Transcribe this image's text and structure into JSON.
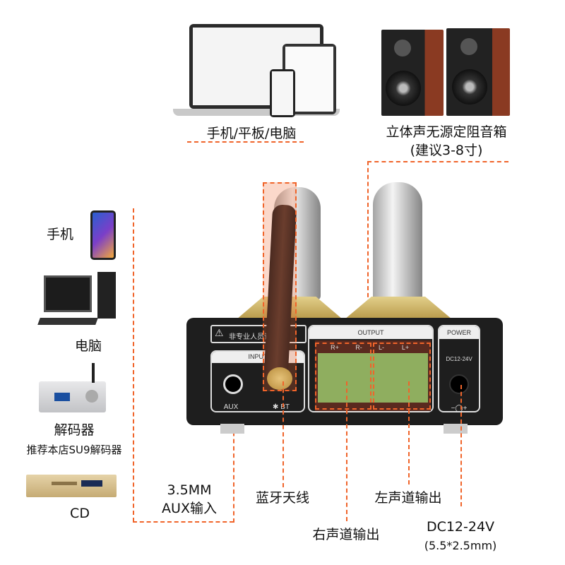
{
  "top_devices": {
    "label": "手机/平板/电脑"
  },
  "speakers": {
    "label": "立体声无源定阻音箱",
    "note": "(建议3-8寸)"
  },
  "sources": [
    {
      "label": "手机"
    },
    {
      "label": "电脑"
    },
    {
      "label": "解码器",
      "note": "推荐本店SU9解码器"
    },
    {
      "label": "CD"
    }
  ],
  "amplifier": {
    "input_title": "INPUT",
    "aux": "AUX",
    "bt": "BT",
    "output_title": "OUTPUT",
    "terminals": [
      "R+",
      "R-",
      "L-",
      "L+"
    ],
    "power_title": "POWER",
    "dc": "DC12-24V",
    "polarity": "−◯+",
    "warning": "非专业人员请勿"
  },
  "callouts": {
    "aux_line1": "3.5MM",
    "aux_line2": "AUX输入",
    "bt": "蓝牙天线",
    "left_out": "左声道输出",
    "right_out": "右声道输出",
    "dc": "DC12-24V",
    "dc_note": "(5.5*2.5mm)"
  },
  "colors": {
    "accent": "#f0642a",
    "panel": "#1e1e1e",
    "terminal": "#8fae5f",
    "antenna": "#5a3325"
  }
}
